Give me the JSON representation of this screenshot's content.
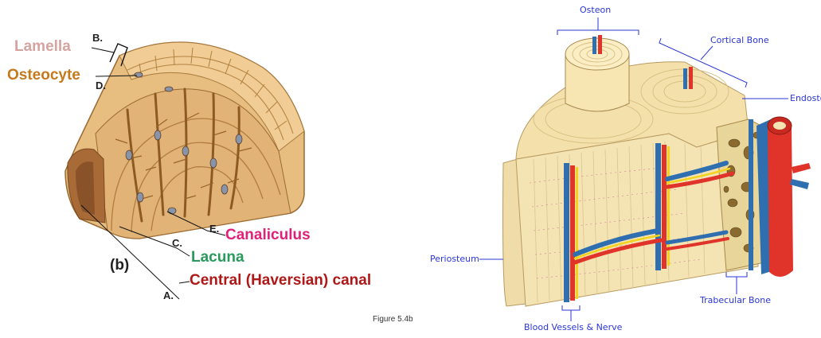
{
  "left": {
    "labels": {
      "lamella": "Lamella",
      "osteocyte": "Osteocyte",
      "canaliculus": "Canaliculus",
      "lacuna": "Lacuna",
      "central_canal": "Central (Haversian) canal",
      "panel_tag": "(b)"
    },
    "letters": {
      "a": "A.",
      "b": "B.",
      "c": "C.",
      "d": "D.",
      "e": "E."
    },
    "figure_caption": "Figure 5.4b",
    "colors": {
      "lamella": "#d6a3a0",
      "osteocyte": "#c47a1c",
      "canaliculus": "#e0217a",
      "lacuna": "#2a9a5c",
      "central_canal": "#b01818"
    }
  },
  "right": {
    "labels": {
      "osteon": "Osteon",
      "cortical_bone": "Cortical Bone",
      "endosteum": "Endosteum",
      "periosteum": "Periosteum",
      "trabecular_bone": "Trabecular Bone",
      "vessels": "Blood Vessels & Nerve"
    },
    "colors": {
      "label": "#2a35d8",
      "artery": "#e0342a",
      "vein": "#2f6fb0",
      "nerve": "#f2d21a",
      "bone": "#f3dfa8"
    }
  }
}
